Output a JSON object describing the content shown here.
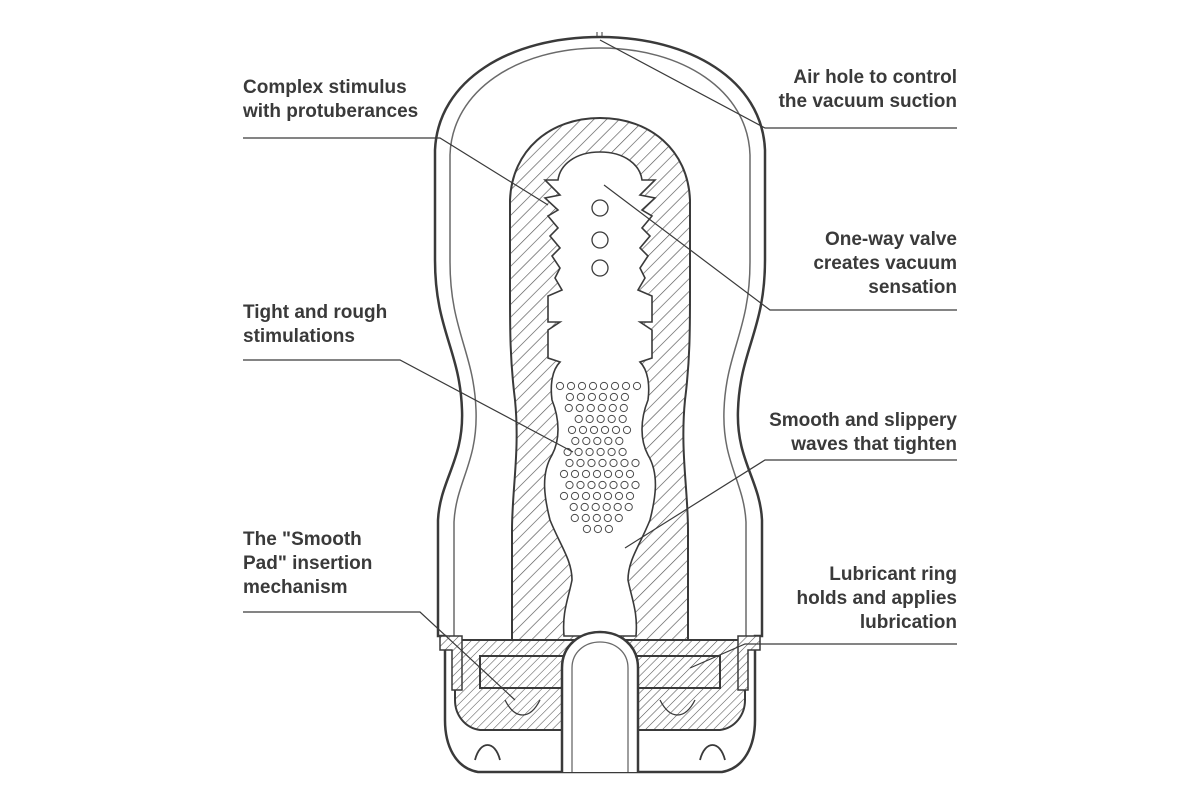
{
  "callouts": {
    "complex_stimulus": "Complex stimulus\nwith protuberances",
    "air_hole": "Air hole to control\nthe vacuum suction",
    "one_way_valve": "One-way valve\ncreates vacuum\nsensation",
    "tight_rough": "Tight and rough\nstimulations",
    "smooth_waves": "Smooth and slippery\nwaves that tighten",
    "smooth_pad": "The \"Smooth\nPad\" insertion\nmechanism",
    "lubricant_ring": "Lubricant ring\nholds and applies\nlubrication"
  },
  "colors": {
    "stroke": "#3a3a3a",
    "hatch": "#555555",
    "text": "#3a3a3a",
    "background": "#ffffff"
  }
}
